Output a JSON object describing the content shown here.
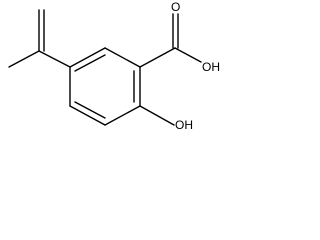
{
  "molecule": {
    "atoms": {
      "oh_acid": "OH",
      "o_carbonyl": "O",
      "oh_phenol": "OH"
    }
  }
}
